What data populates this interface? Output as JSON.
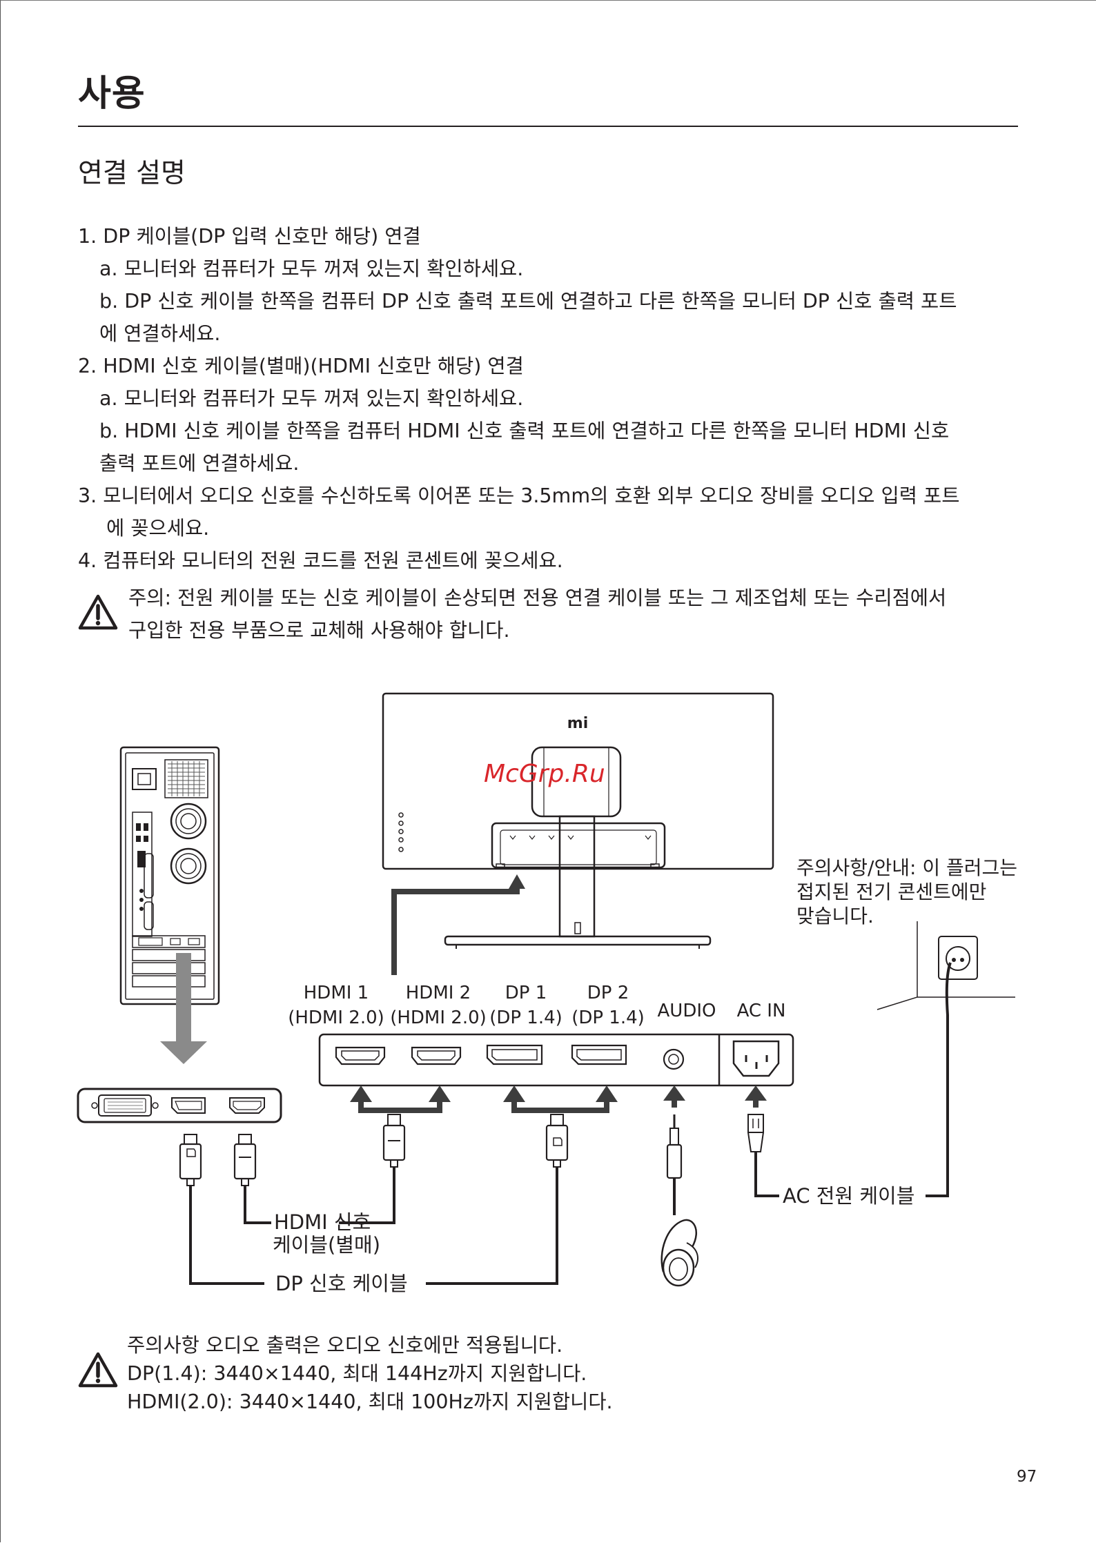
{
  "title": "사용",
  "subtitle": "연결 설명",
  "instructions": [
    {
      "cls": "",
      "text": "1. DP 케이블(DP 입력 신호만 해당) 연결"
    },
    {
      "cls": "ind1",
      "text": "a. 모니터와 컴퓨터가 모두 꺼져 있는지 확인하세요."
    },
    {
      "cls": "ind1",
      "text": "b. DP 신호 케이블 한쪽을 컴퓨터 DP 신호 출력 포트에 연결하고 다른 한쪽을 모니터 DP 신호 출력 포트"
    },
    {
      "cls": "ind1",
      "text": "에 연결하세요."
    },
    {
      "cls": "",
      "text": "2. HDMI 신호 케이블(별매)(HDMI 신호만 해당) 연결"
    },
    {
      "cls": "ind1",
      "text": "a. 모니터와 컴퓨터가 모두 꺼져 있는지 확인하세요."
    },
    {
      "cls": "ind1",
      "text": "b. HDMI 신호 케이블 한쪽을 컴퓨터 HDMI 신호 출력 포트에 연결하고 다른 한쪽을 모니터 HDMI 신호"
    },
    {
      "cls": "ind1",
      "text": "출력 포트에 연결하세요."
    },
    {
      "cls": "",
      "text": "3. 모니터에서 오디오 신호를 수신하도록 이어폰 또는 3.5mm의 호환 외부 오디오 장비를 오디오 입력 포트"
    },
    {
      "cls": "ind2",
      "text": "에 꽂으세요."
    },
    {
      "cls": "",
      "text": "4. 컴퓨터와 모니터의 전원 코드를 전원 콘센트에 꽂으세요."
    }
  ],
  "warning1": {
    "lines": [
      "주의: 전원 케이블 또는 신호 케이블이 손상되면 전용 연결 케이블 또는 그 제조업체 또는 수리점에서",
      "구입한 전용 부품으로 교체해 사용해야 합니다."
    ]
  },
  "diagram": {
    "monitor_logo": "mi",
    "watermark": "McGrp.Ru",
    "ports": [
      {
        "line1": "HDMI 1",
        "line2": "(HDMI 2.0)"
      },
      {
        "line1": "HDMI 2",
        "line2": "(HDMI 2.0)"
      },
      {
        "line1": "DP 1",
        "line2": "(DP 1.4)"
      },
      {
        "line1": "DP 2",
        "line2": "(DP 1.4)"
      },
      {
        "line1": "",
        "line2": "AUDIO"
      },
      {
        "line1": "",
        "line2": "AC IN"
      }
    ],
    "notice": [
      "주의사항/안내: 이 플러그는",
      "접지된 전기 콘센트에만",
      "맞습니다."
    ],
    "ac_cable_label": "AC 전원 케이블",
    "hdmi_cable_label": [
      "HDMI 신호",
      "케이블(별매)"
    ],
    "dp_cable_label": "DP 신호 케이블"
  },
  "warning2": {
    "lines": [
      "주의사항 오디오 출력은 오디오 신호에만 적용됩니다.",
      "DP(1.4): 3440×1440, 최대 144Hz까지 지원합니다.",
      "HDMI(2.0): 3440×1440, 최대 100Hz까지 지원합니다."
    ]
  },
  "page_number": "97"
}
